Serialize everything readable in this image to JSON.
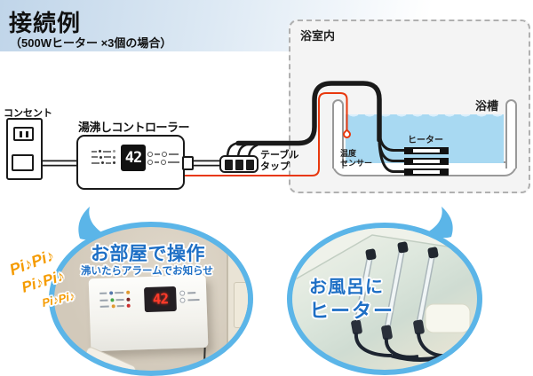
{
  "page": {
    "title": "接続例",
    "subtitle": "（500Wヒーター ×3個の場合）"
  },
  "diagram": {
    "outlet_label": "コンセント",
    "controller_label": "湯沸しコントローラー",
    "controller_display": "42",
    "table_tap_label_line1": "テーブル",
    "table_tap_label_line2": "タップ",
    "bathroom_label": "浴室内",
    "bathtub_label": "浴槽",
    "heater_label": "ヒーター",
    "sensor_label_line1": "温度",
    "sensor_label_line2": "センサー"
  },
  "room_bubble": {
    "title": "お部屋で操作",
    "subtitle": "沸いたらアラームでお知らせ",
    "sound1": "Pi♪Pi♪",
    "sound2": "Pi♪Pi♪",
    "sound3": "Pi♪Pi♪",
    "photo_display": "42"
  },
  "bath_bubble": {
    "title_line1": "お風呂に",
    "title_line2": "ヒーター"
  },
  "colors": {
    "accent_blue": "#5bb5e8",
    "text_blue": "#1e6fc5",
    "sound_orange": "#f59b00",
    "sensor_red": "#e8380d",
    "water_blue": "#a8d9f2",
    "cable_black": "#1a1a1a"
  }
}
